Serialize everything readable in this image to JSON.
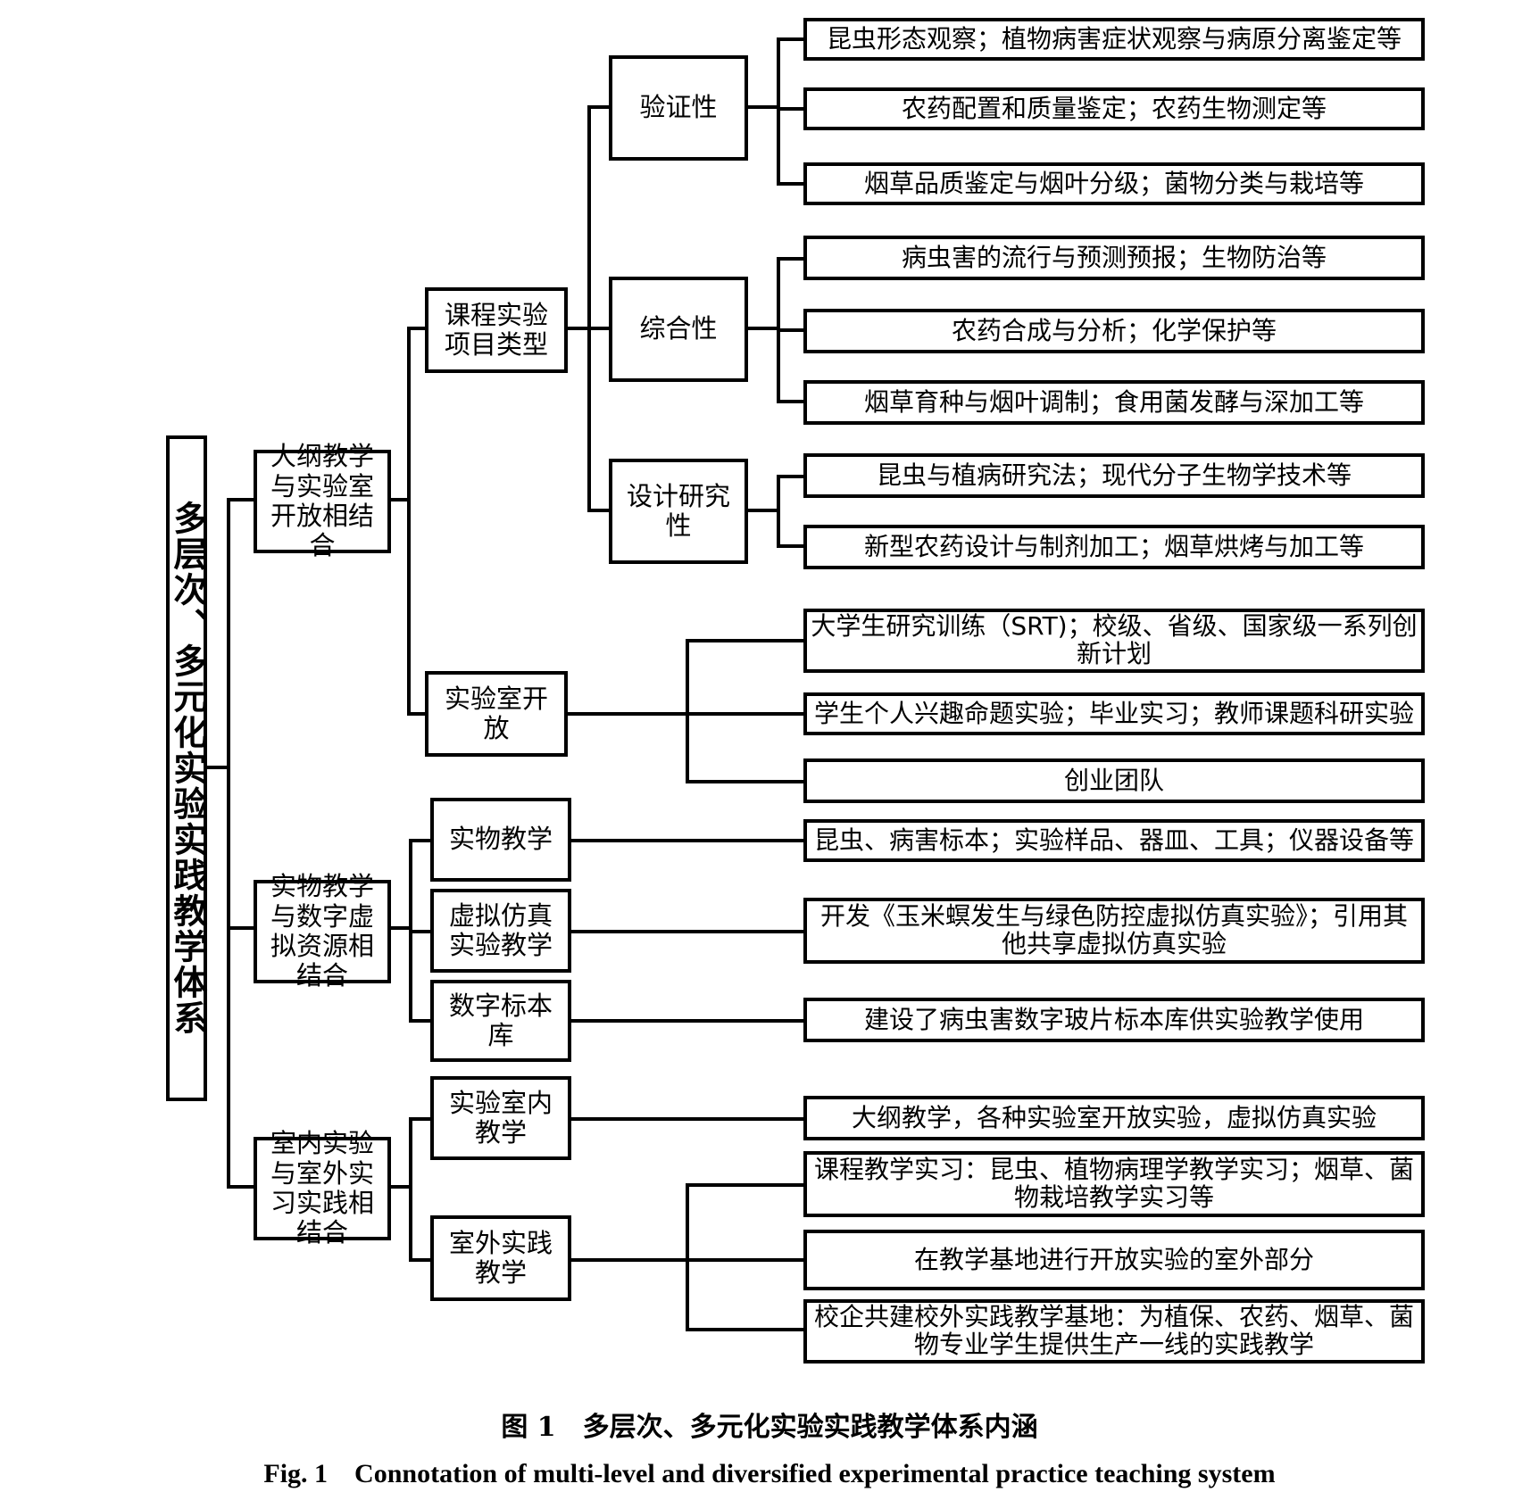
{
  "diagram": {
    "root": "多层次、多元化实验实践教学体系",
    "level1": [
      "大纲教学与实验室开放相结合",
      "实物教学与数字虚拟资源相结合",
      "室内实验与室外实习实践相结合"
    ],
    "level2": {
      "course_types": "课程实验项目类型",
      "lab_open": "实验室开放",
      "physical": "实物教学",
      "virtual": "虚拟仿真实验教学",
      "digital": "数字标本库",
      "indoor": "实验室内教学",
      "outdoor": "室外实践教学"
    },
    "level3": {
      "verify": "验证性",
      "compre": "综合性",
      "design": "设计研究性"
    },
    "leaves": {
      "verify": [
        "昆虫形态观察；植物病害症状观察与病原分离鉴定等",
        "农药配置和质量鉴定；农药生物测定等",
        "烟草品质鉴定与烟叶分级；菌物分类与栽培等"
      ],
      "compre": [
        "病虫害的流行与预测预报；生物防治等",
        "农药合成与分析；化学保护等",
        "烟草育种与烟叶调制；食用菌发酵与深加工等"
      ],
      "design": [
        "昆虫与植病研究法；现代分子生物学技术等",
        "新型农药设计与制剂加工；烟草烘烤与加工等"
      ],
      "lab_open": [
        "大学生研究训练（SRT)；校级、省级、国家级一系列创新计划",
        "学生个人兴趣命题实验；毕业实习；教师课题科研实验",
        "创业团队"
      ],
      "physical": "昆虫、病害标本；实验样品、器皿、工具；仪器设备等",
      "virtual": "开发《玉米螟发生与绿色防控虚拟仿真实验》；引用其他共享虚拟仿真实验",
      "digital": "建设了病虫害数字玻片标本库供实验教学使用",
      "indoor": "大纲教学，各种实验室开放实验，虚拟仿真实验",
      "outdoor": [
        "课程教学实习：昆虫、植物病理学教学实习；烟草、菌物栽培教学实习等",
        "在教学基地进行开放实验的室外部分",
        "校企共建校外实践教学基地：为植保、农药、烟草、菌物专业学生提供生产一线的实践教学"
      ]
    }
  },
  "caption": {
    "cn": "图 1　多层次、多元化实验实践教学体系内涵",
    "en": "Fig. 1　Connotation of multi-level and diversified experimental practice teaching system"
  }
}
